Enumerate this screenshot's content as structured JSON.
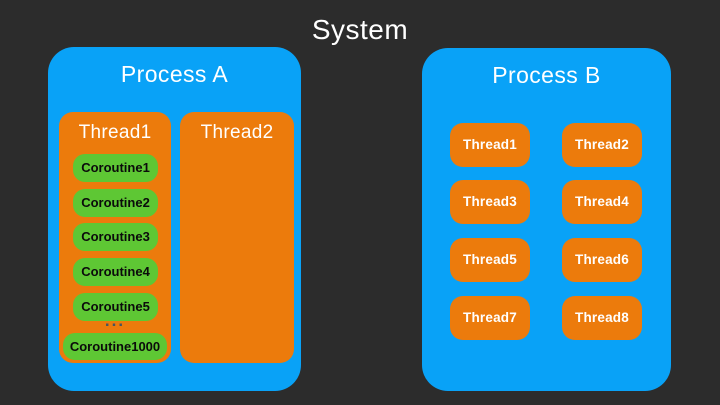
{
  "title": "System",
  "colors": {
    "background": "#2c2c2c",
    "process_fill": "#09a2f7",
    "thread_fill": "#ec7b0c",
    "coroutine_fill": "#5ec734",
    "title_text": "#ffffff",
    "coroutine_text": "#0b0b0b",
    "dots": "#47555f"
  },
  "process_a": {
    "title": "Process A",
    "thread1": {
      "title": "Thread1",
      "coroutines": [
        "Coroutine1",
        "Coroutine2",
        "Coroutine3",
        "Coroutine4",
        "Coroutine5"
      ],
      "ellipsis": "...",
      "coroutine_last": "Coroutine1000"
    },
    "thread2": {
      "title": "Thread2"
    }
  },
  "process_b": {
    "title": "Process B",
    "threads": [
      "Thread1",
      "Thread2",
      "Thread3",
      "Thread4",
      "Thread5",
      "Thread6",
      "Thread7",
      "Thread8"
    ]
  }
}
